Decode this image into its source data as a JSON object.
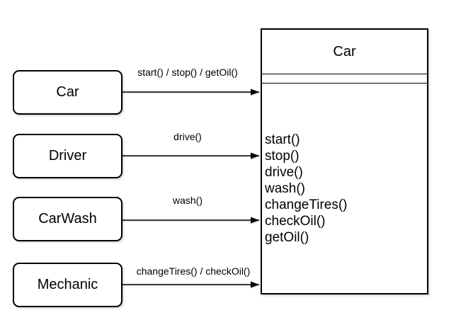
{
  "diagram": {
    "colors": {
      "background": "#ffffff",
      "stroke": "#000000",
      "fill": "#ffffff",
      "text": "#000000"
    },
    "actors": [
      {
        "name": "Car",
        "message": "start() / stop() / getOil()"
      },
      {
        "name": "Driver",
        "message": "drive()"
      },
      {
        "name": "CarWash",
        "message": "wash()"
      },
      {
        "name": "Mechanic",
        "message": "changeTires() / checkOil()"
      }
    ],
    "class_box": {
      "title": "Car",
      "attributes": "",
      "methods": [
        "start()",
        "stop()",
        "drive()",
        "wash()",
        "changeTires()",
        "checkOil()",
        "getOil()"
      ]
    }
  }
}
